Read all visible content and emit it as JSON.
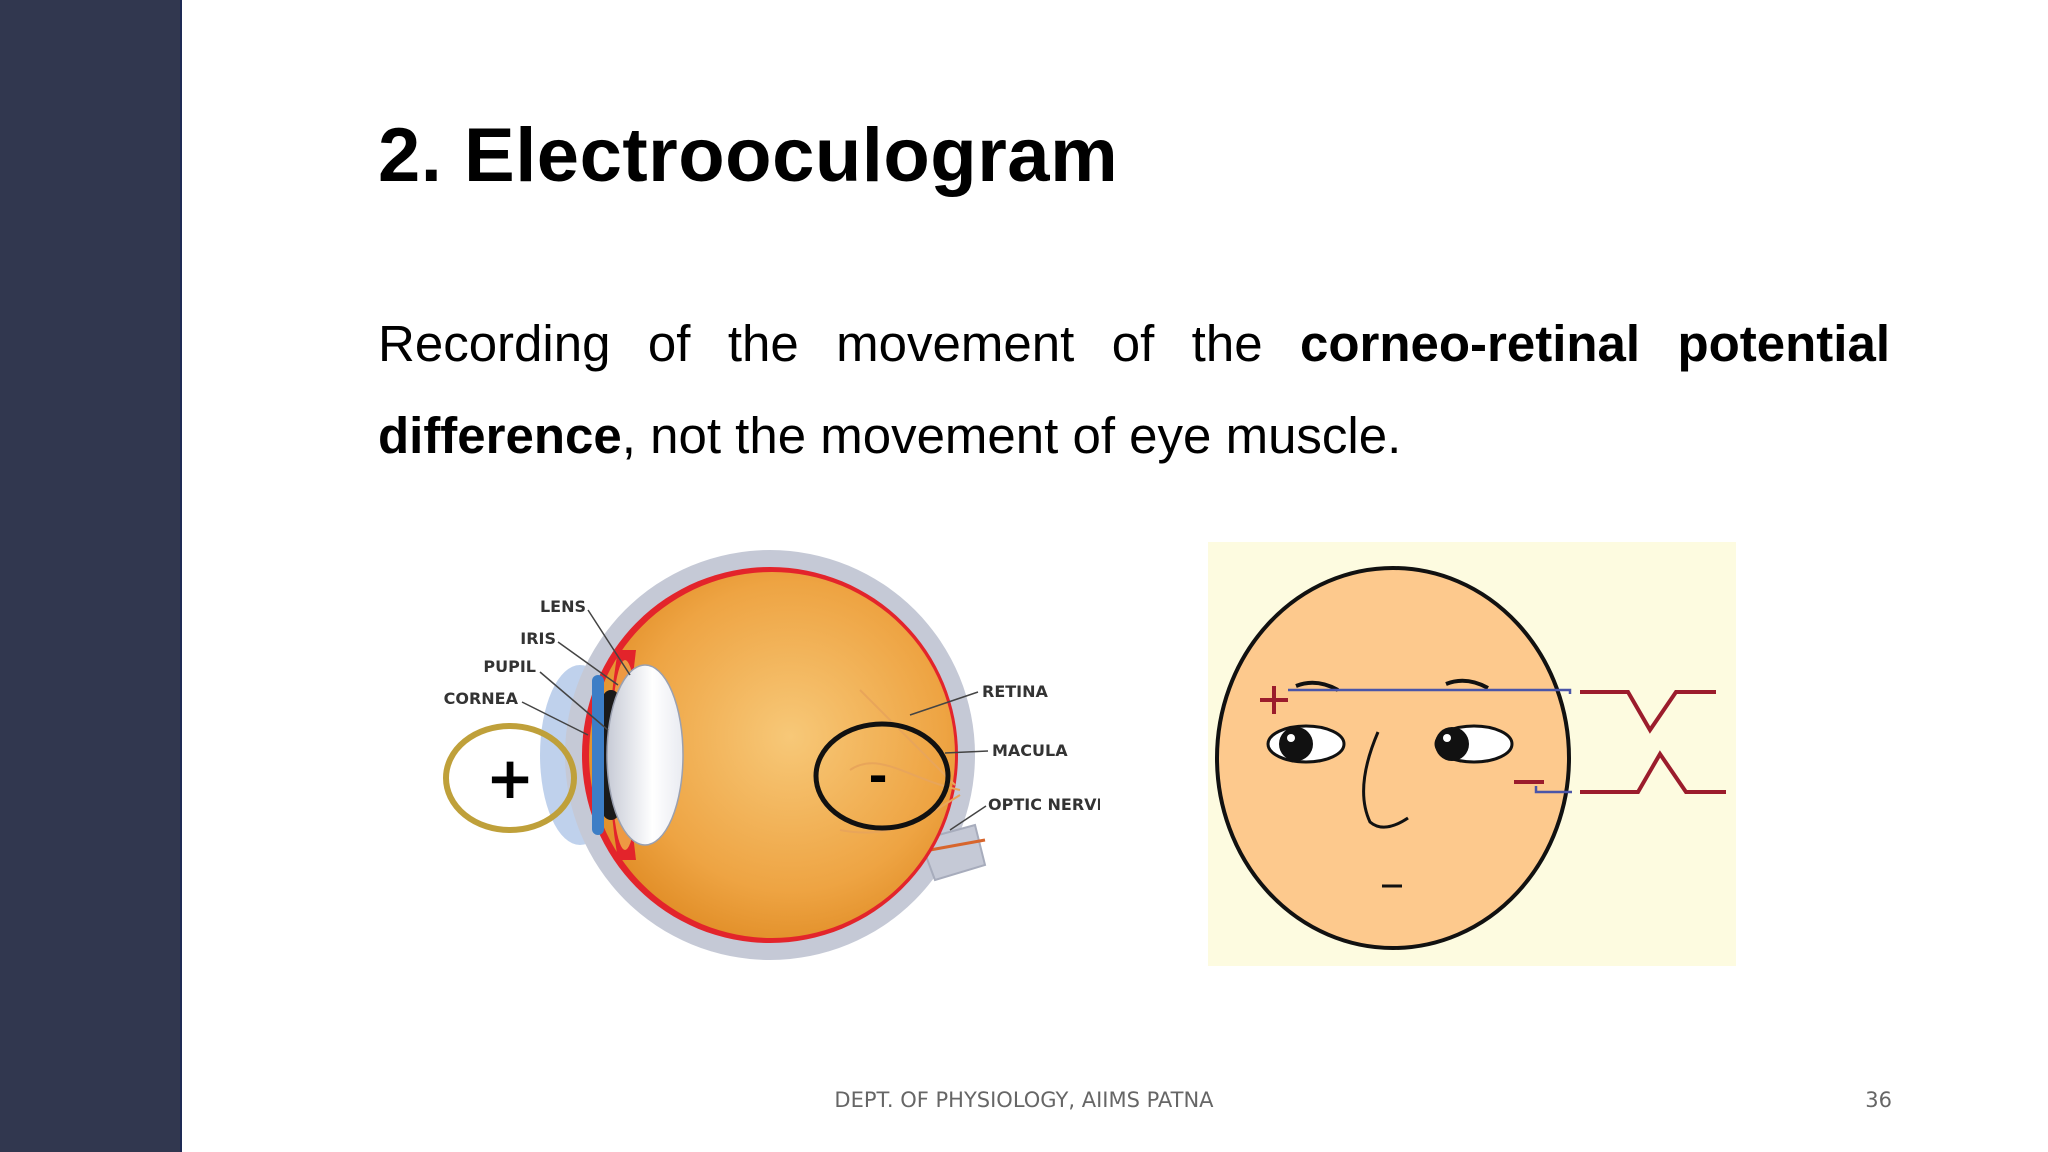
{
  "slide": {
    "title": "2. Electrooculogram",
    "body": {
      "part1": "Recording of the movement of the ",
      "bold1": "corneo-retinal potential difference",
      "part2": ", not the movement of eye muscle."
    },
    "footer": "DEPT. OF PHYSIOLOGY, AIIMS PATNA",
    "page_number": "36"
  },
  "eye_diagram": {
    "labels": {
      "lens": "LENS",
      "iris": "IRIS",
      "pupil": "PUPIL",
      "cornea": "CORNEA",
      "retina": "RETINA",
      "macula": "MACULA",
      "optic_nerve": "OPTIC NERVE"
    },
    "positive_sign": "+",
    "negative_sign": "-"
  },
  "face_diagram": {
    "background": "#fdfbe0",
    "face_color": "#fdc98d",
    "signal_color": "#9b1c2c",
    "wire_color": "#4a55a8"
  },
  "colors": {
    "sidebar": "#31374f",
    "eye_body": "#f0a540",
    "sclera": "#c5c9d6",
    "iris_red": "#e3242b"
  }
}
